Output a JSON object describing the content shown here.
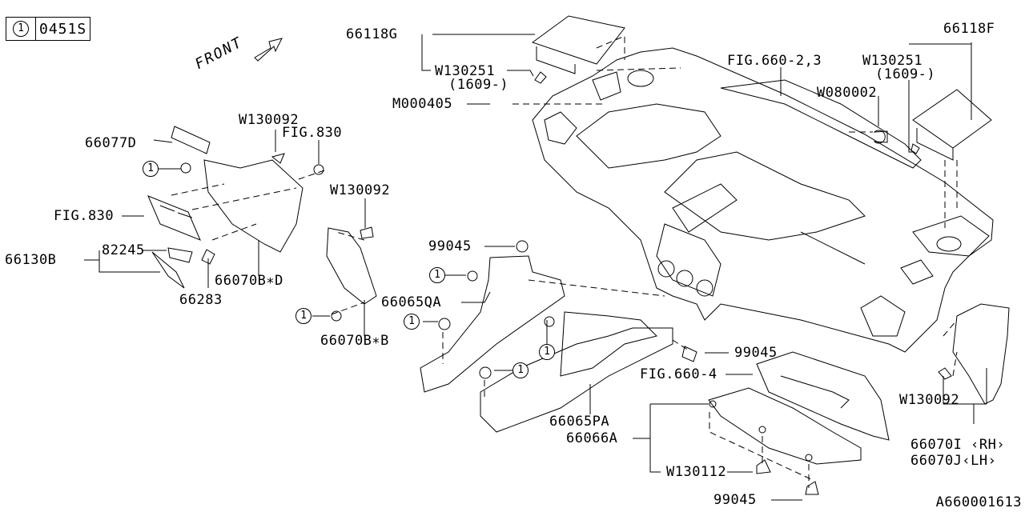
{
  "legend": {
    "symbol": "1",
    "code": "0451S"
  },
  "direction": "FRONT",
  "reference_id": "A660001613",
  "callout_symbol": "1",
  "labels": {
    "p66118G": "66118G",
    "w130251_left": "W130251",
    "w130251_left_note": "(1609-)",
    "m000405": "M000405",
    "fig660_23": "FIG.660-2,3",
    "w080002": "W080002",
    "w130251_right": "W130251",
    "w130251_right_note": "(1609-)",
    "p66118F": "66118F",
    "w130092_top": "W130092",
    "fig830_top": "FIG.830",
    "p66077D": "66077D",
    "fig830_left": "FIG.830",
    "p82245": "82245",
    "p66130B": "66130B",
    "p66283": "66283",
    "p66070BD": "66070B∗D",
    "w130092_mid": "W130092",
    "p66070BB": "66070B∗B",
    "p99045_a": "99045",
    "p66065QA": "66065QA",
    "p99045_b": "99045",
    "fig660_4": "FIG.660-4",
    "p66065PA": "66065PA",
    "p66066A": "66066A",
    "w130112": "W130112",
    "p99045_c": "99045",
    "w130092_right": "W130092",
    "p66070I": "66070I ‹RH›",
    "p66070J": "66070J‹LH›"
  }
}
